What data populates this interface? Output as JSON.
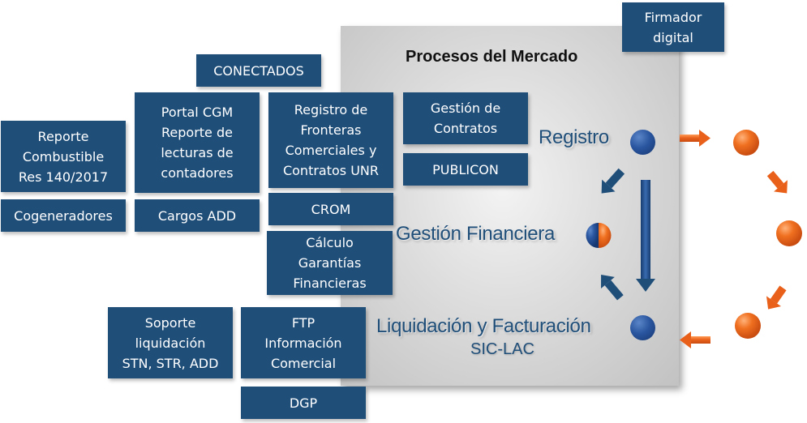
{
  "panel": {
    "title": "Procesos del Mercado",
    "processes": {
      "registro": "Registro",
      "gestion": "Gestión Financiera",
      "liquidacion": "Liquidación y Facturación",
      "liquidacion_sub": "SIC-LAC"
    }
  },
  "boxes": {
    "firmador": "Firmador\ndigital",
    "conectados": "CONECTADOS",
    "portal_cgm": "Portal CGM\nReporte de\nlecturas de\ncontadores",
    "registro_fronteras": "Registro de\nFronteras\nComerciales y\nContratos UNR",
    "gestion_contratos": "Gestión de\nContratos",
    "publicon": "PUBLICON",
    "reporte_combustible": "Reporte\nCombustible\nRes 140/2017",
    "cogeneradores": "Cogeneradores",
    "cargos_add": "Cargos ADD",
    "crom": "CROM",
    "calculo_garantias": "Cálculo\nGarantías\nFinancieras",
    "soporte_liquidacion": "Soporte\nliquidación\nSTN, STR, ADD",
    "ftp": "FTP\nInformación\nComercial",
    "dgp": "DGP"
  },
  "colors": {
    "box_blue": "#1f4e79",
    "process_text": "#1f4e79",
    "ball_blue": "#2a56a0",
    "accent_orange": "#f07020",
    "panel_gray": "#d0d0d0"
  }
}
